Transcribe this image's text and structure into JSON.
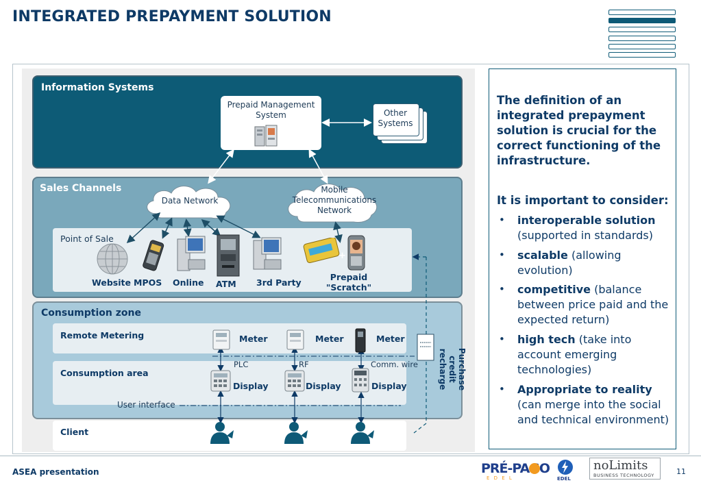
{
  "title": "INTEGRATED PREPAYMENT SOLUTION",
  "diagram": {
    "information_systems": {
      "title": "Information Systems",
      "pms_label": "Prepaid Management System",
      "other_systems_label": "Other Systems"
    },
    "sales_channels": {
      "title": "Sales Channels",
      "data_network": "Data Network",
      "mobile_network": "Mobile Telecommunications Network",
      "point_of_sale": "Point of Sale",
      "channels": [
        "Website",
        "MPOS",
        "Online",
        "ATM",
        "3rd Party"
      ],
      "prepaid_scratch": "Prepaid \"Scratch\"",
      "plus": "+"
    },
    "consumption_zone": {
      "title": "Consumption zone",
      "remote_metering": "Remote Metering",
      "consumption_area": "Consumption area",
      "meters": [
        "Meter",
        "Meter",
        "Meter"
      ],
      "links": [
        "PLC",
        "RF",
        "Comm. wire"
      ],
      "displays": [
        "Display",
        "Display",
        "Display"
      ],
      "user_interface": "User interface",
      "purchase": "Purchase credit recharge"
    },
    "client": "Client"
  },
  "panel": {
    "intro": "The definition of an integrated prepayment solution is crucial for the correct functioning of the infrastructure.",
    "heading": "It is important to consider:",
    "items": [
      {
        "bold": "interoperable solution",
        "rest": " (supported in standards)"
      },
      {
        "bold": "scalable",
        "rest": " (allowing evolution)"
      },
      {
        "bold": "competitive",
        "rest": " (balance between price paid and the expected return)"
      },
      {
        "bold": "high tech",
        "rest": " (take into account emerging technologies)"
      },
      {
        "bold": "Appropriate to reality",
        "rest": " (can merge into the social and technical environment)"
      }
    ],
    "bullet_char": "•"
  },
  "footer": {
    "text": "ASEA presentation",
    "page": "11",
    "logos": {
      "prepago": "PRÉ-PAGO",
      "prepago_sub": "E  D  E  L",
      "edel": "EDEL",
      "nolimits": "noLimits",
      "nolimits_sub": "BUSINESS TECHNOLOGY"
    }
  },
  "colors": {
    "navy": "#0e3a66",
    "teal_dark": "#0d5b76",
    "teal_mid": "#7aa8bb",
    "teal_light": "#a8cadb"
  }
}
